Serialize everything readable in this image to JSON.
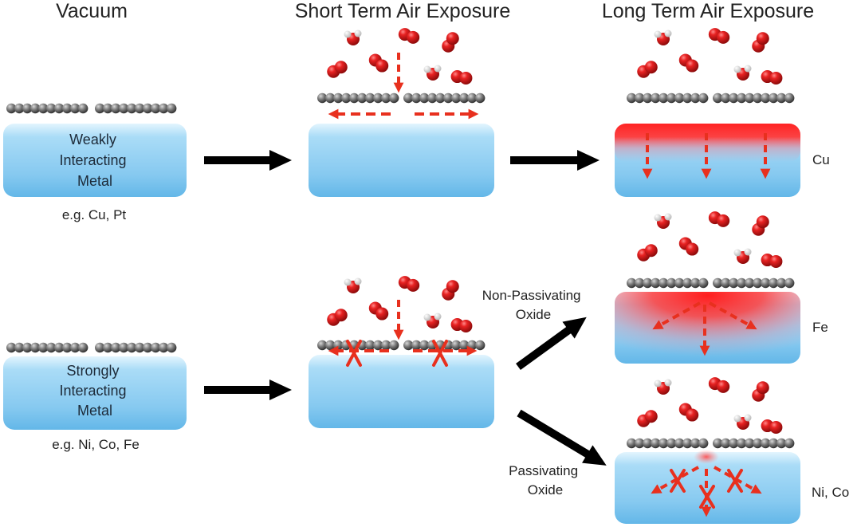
{
  "columns": {
    "vacuum": "Vacuum",
    "short_term": "Short Term Air Exposure",
    "long_term": "Long Term Air Exposure"
  },
  "rows": {
    "weak": {
      "block_label_lines": [
        "Weakly",
        "Interacting",
        "Metal"
      ],
      "example": "e.g. Cu, Pt",
      "long_term_metal": "Cu"
    },
    "strong": {
      "block_label_lines": [
        "Strongly",
        "Interacting",
        "Metal"
      ],
      "example": "e.g. Ni, Co, Fe",
      "non_passivating_lines": [
        "Non-Passivating",
        "Oxide"
      ],
      "non_passivating_metal": "Fe",
      "passivating_lines": [
        "Passivating",
        "Oxide"
      ],
      "passivating_metal": "Ni, Co"
    }
  },
  "colors": {
    "metal_top": "#d9f1fd",
    "metal_mid": "#9fd5f4",
    "metal_bottom": "#5bb3e6",
    "oxide_red": "#ff2a2a",
    "arrow_red": "#e8301e",
    "oxygen": "#d81d1d",
    "graphene": "#6f6f6f",
    "arrow_black": "#000000"
  }
}
